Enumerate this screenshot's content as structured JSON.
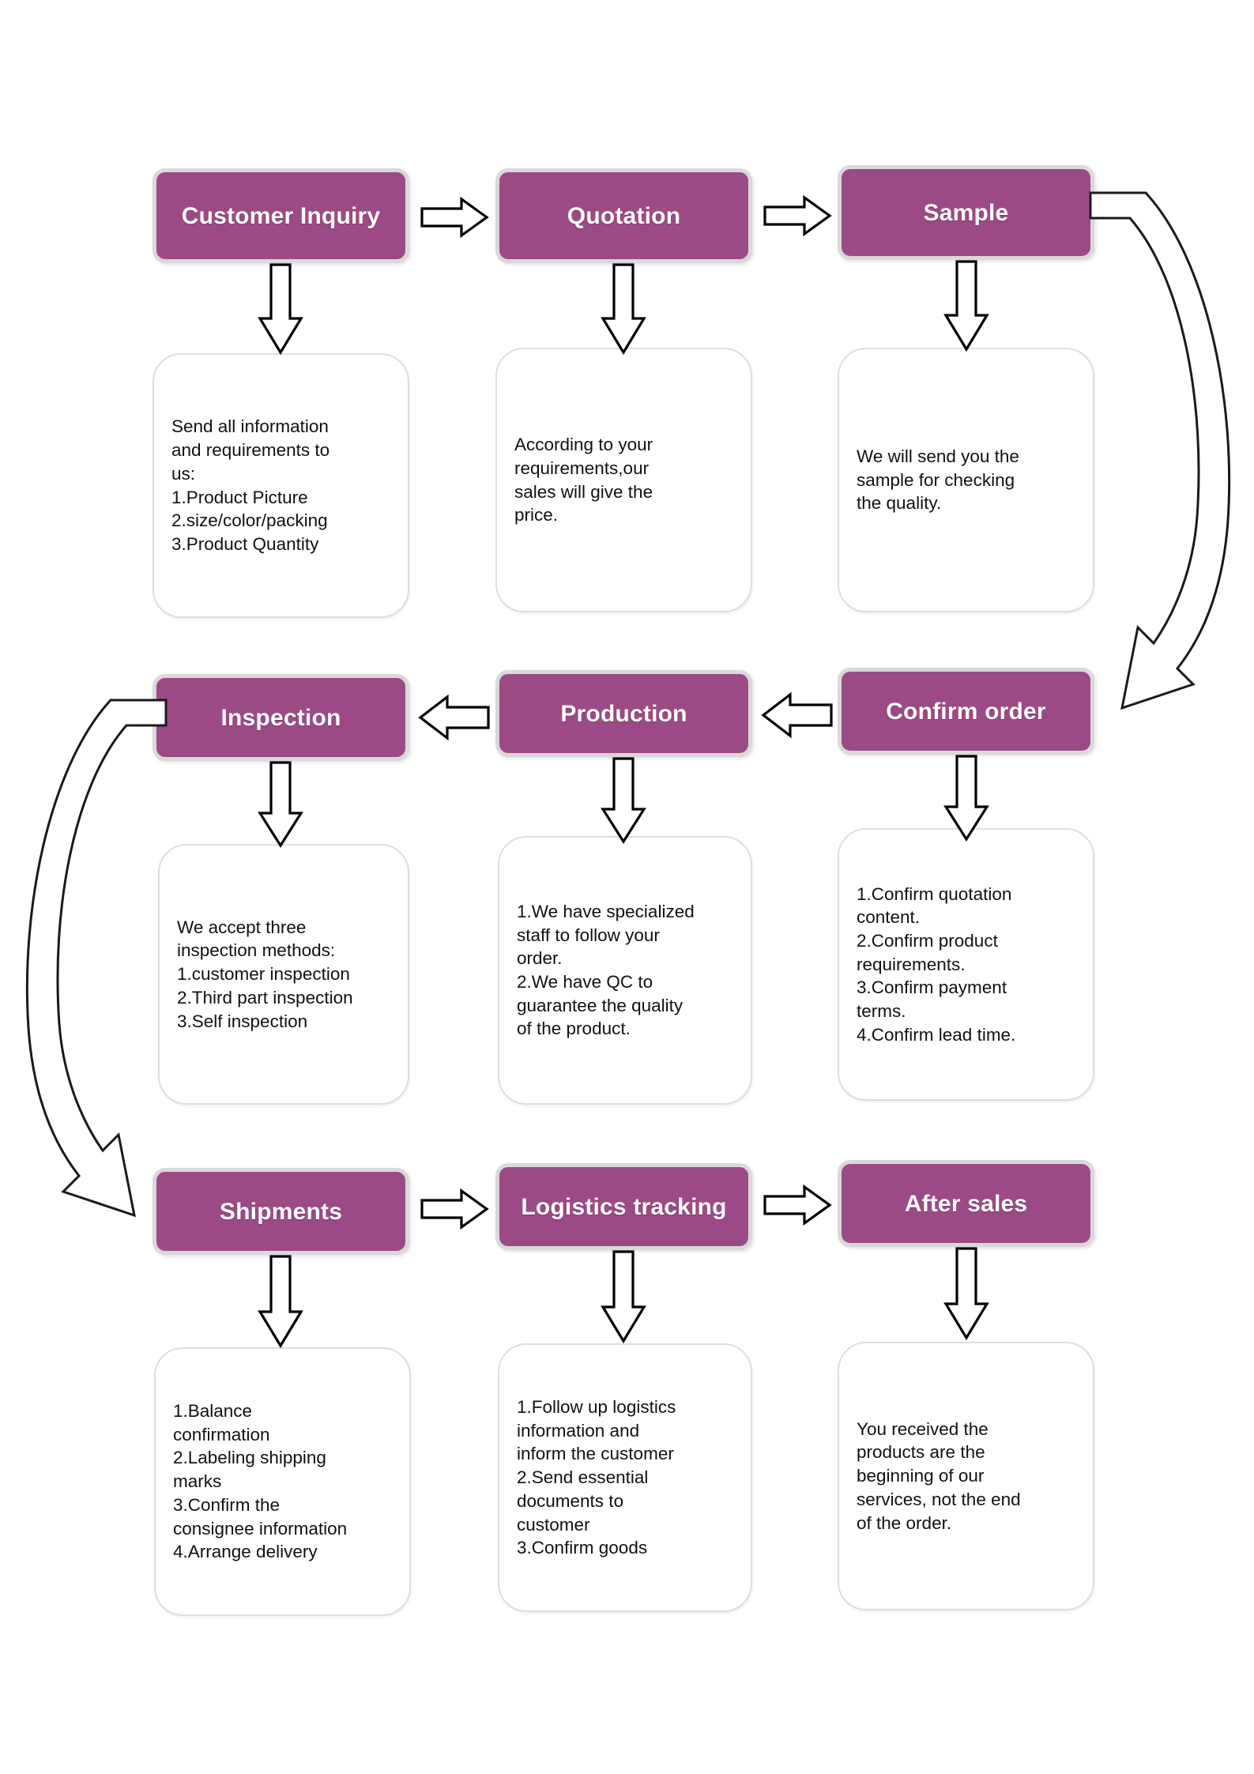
{
  "diagram": {
    "title": "Order Process Flowchart",
    "accent_color": "#9C4A85",
    "stage_border_color": "#D9D9D9",
    "note_border_color": "#DEDEDE",
    "stage_text_color": "#FFFFFF",
    "note_text_color": "#111111"
  },
  "stages": [
    {
      "id": "customer-inquiry",
      "label": "Customer Inquiry"
    },
    {
      "id": "quotation",
      "label": "Quotation"
    },
    {
      "id": "sample",
      "label": "Sample"
    },
    {
      "id": "inspection",
      "label": "Inspection"
    },
    {
      "id": "production",
      "label": "Production"
    },
    {
      "id": "confirm-order",
      "label": "Confirm order"
    },
    {
      "id": "shipments",
      "label": "Shipments"
    },
    {
      "id": "logistics-tracking",
      "label": "Logistics tracking"
    },
    {
      "id": "after-sales",
      "label": "After sales"
    }
  ],
  "notes": [
    {
      "id": "note-customer-inquiry",
      "text": "Send all information\nand requirements to\nus:\n1.Product Picture\n2.size/color/packing\n3.Product Quantity"
    },
    {
      "id": "note-quotation",
      "text": "According to your\nrequirements,our\nsales will give the\nprice."
    },
    {
      "id": "note-sample",
      "text": "We will send you the\nsample for checking\nthe quality."
    },
    {
      "id": "note-inspection",
      "text": "We accept three\ninspection methods:\n1.customer inspection\n2.Third part inspection\n3.Self inspection"
    },
    {
      "id": "note-production",
      "text": "1.We have specialized\nstaff to follow your\norder.\n2.We have QC to\nguarantee the quality\nof the product."
    },
    {
      "id": "note-confirm-order",
      "text": "1.Confirm quotation\ncontent.\n2.Confirm product\nrequirements.\n3.Confirm payment\nterms.\n4.Confirm lead time."
    },
    {
      "id": "note-shipments",
      "text": "1.Balance\nconfirmation\n2.Labeling shipping\nmarks\n3.Confirm the\nconsignee information\n4.Arrange delivery"
    },
    {
      "id": "note-logistics-tracking",
      "text": "1.Follow up logistics\ninformation and\ninform the customer\n2.Send essential\ndocuments to\ncustomer\n3.Confirm goods"
    },
    {
      "id": "note-after-sales",
      "text": "You received the\nproducts are the\nbeginning of our\nservices, not the end\nof the order."
    }
  ],
  "connectors": [
    {
      "id": "arrow-customer-inquiry-to-quotation",
      "kind": "right"
    },
    {
      "id": "arrow-quotation-to-sample",
      "kind": "right"
    },
    {
      "id": "arrow-sample-to-confirm-order",
      "kind": "curve-right-down"
    },
    {
      "id": "arrow-confirm-order-to-production",
      "kind": "left"
    },
    {
      "id": "arrow-production-to-inspection",
      "kind": "left"
    },
    {
      "id": "arrow-inspection-to-shipments",
      "kind": "curve-left-down"
    },
    {
      "id": "arrow-shipments-to-logistics-tracking",
      "kind": "right"
    },
    {
      "id": "arrow-logistics-tracking-to-after-sales",
      "kind": "right"
    },
    {
      "id": "arrow-customer-inquiry-down",
      "kind": "down"
    },
    {
      "id": "arrow-quotation-down",
      "kind": "down"
    },
    {
      "id": "arrow-sample-down",
      "kind": "down"
    },
    {
      "id": "arrow-inspection-down",
      "kind": "down"
    },
    {
      "id": "arrow-production-down",
      "kind": "down"
    },
    {
      "id": "arrow-confirm-order-down",
      "kind": "down"
    },
    {
      "id": "arrow-shipments-down",
      "kind": "down"
    },
    {
      "id": "arrow-logistics-tracking-down",
      "kind": "down"
    },
    {
      "id": "arrow-after-sales-down",
      "kind": "down"
    }
  ]
}
